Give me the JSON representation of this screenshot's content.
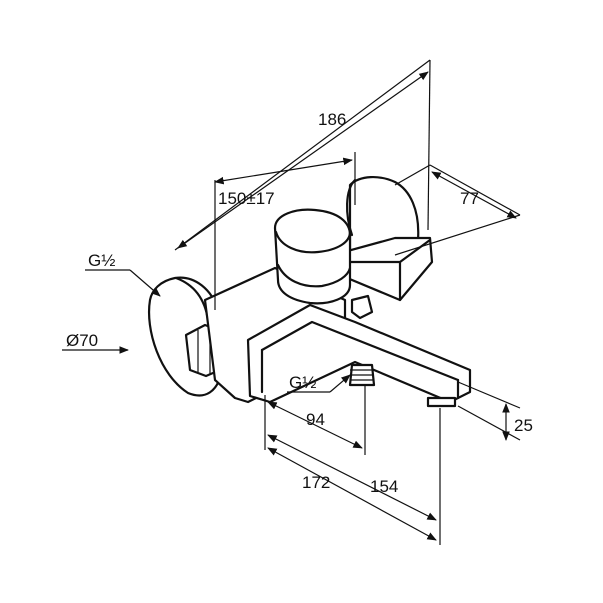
{
  "diagram": {
    "dimensions": {
      "overall_length": "186",
      "wall_distance": "150±17",
      "depth": "77",
      "inlet_thread": "G½",
      "cover_diameter": "Ø70",
      "outlet_thread": "G½",
      "outlet_distance": "94",
      "spout_height": "25",
      "length_172": "172",
      "length_154": "154"
    }
  }
}
